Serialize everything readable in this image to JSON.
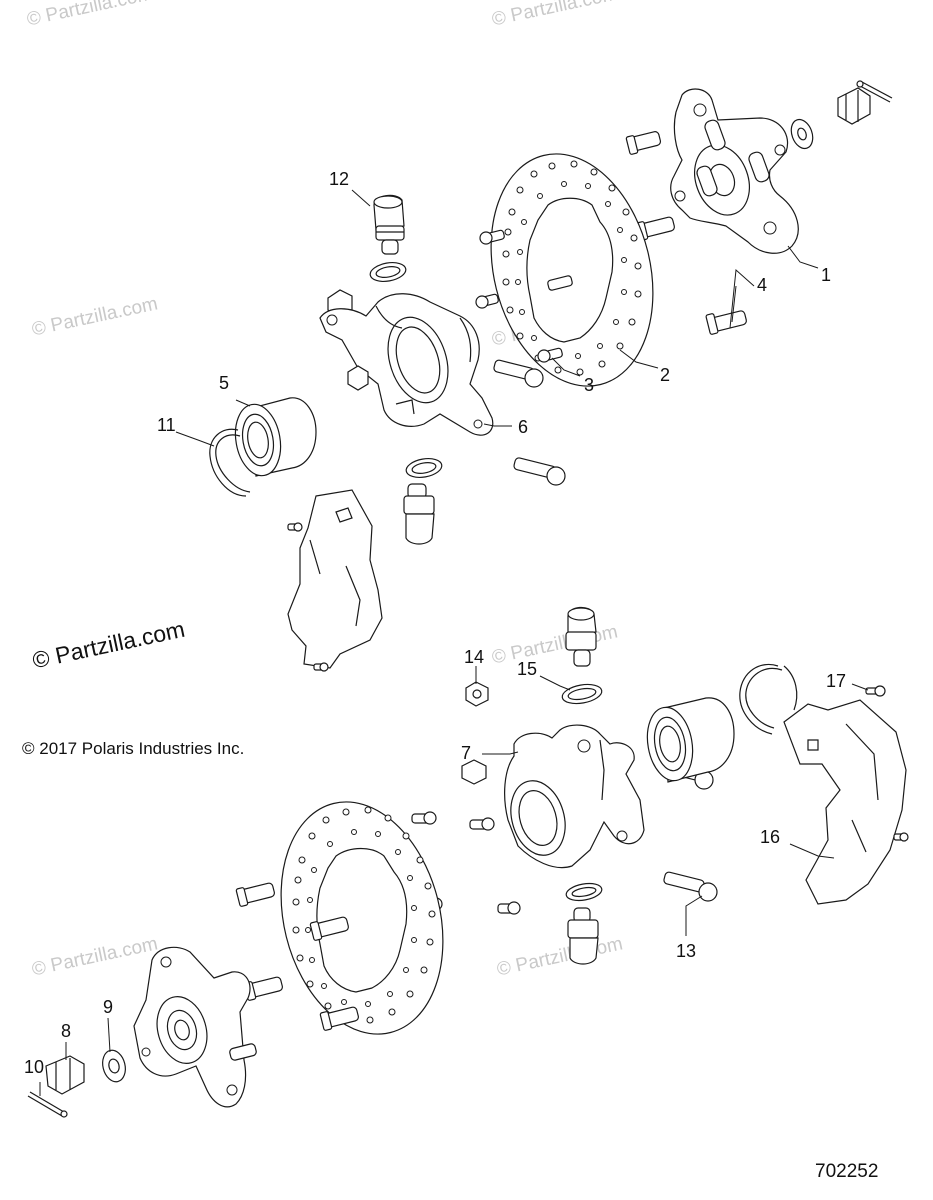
{
  "copyright": "© 2017 Polaris Industries Inc.",
  "diagram_number": "702252",
  "watermark": "© Partzilla.com",
  "callouts": [
    "1",
    "2",
    "3",
    "4",
    "5",
    "6",
    "7",
    "8",
    "9",
    "10",
    "11",
    "12",
    "13",
    "14",
    "15",
    "16",
    "17"
  ]
}
